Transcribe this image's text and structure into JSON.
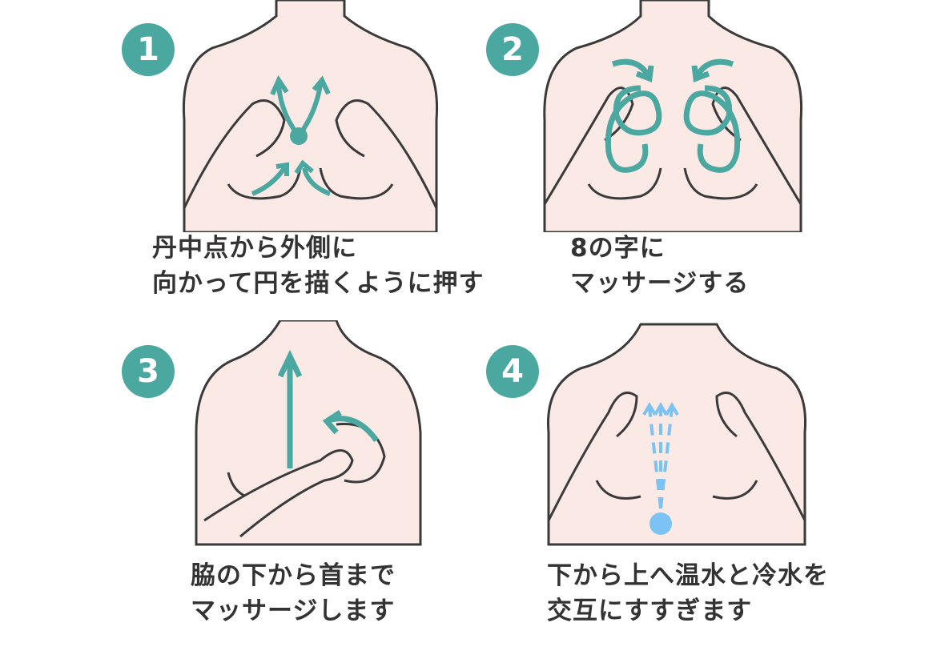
{
  "colors": {
    "accent": "#4ba8a0",
    "skin": "#fbe9e5",
    "outline": "#3a3a3a",
    "water": "#7cc2f2",
    "text": "#333333"
  },
  "steps": [
    {
      "number": "1",
      "caption_lines": [
        "丹中点から外側に",
        "向かって円を描くように押す"
      ]
    },
    {
      "number": "2",
      "caption_lines": [
        "8の字に",
        "マッサージする"
      ]
    },
    {
      "number": "3",
      "caption_lines": [
        "脇の下から首まで",
        "マッサージします"
      ]
    },
    {
      "number": "4",
      "caption_lines": [
        "下から上へ温水と冷水を",
        "交互にすすぎます"
      ]
    }
  ]
}
